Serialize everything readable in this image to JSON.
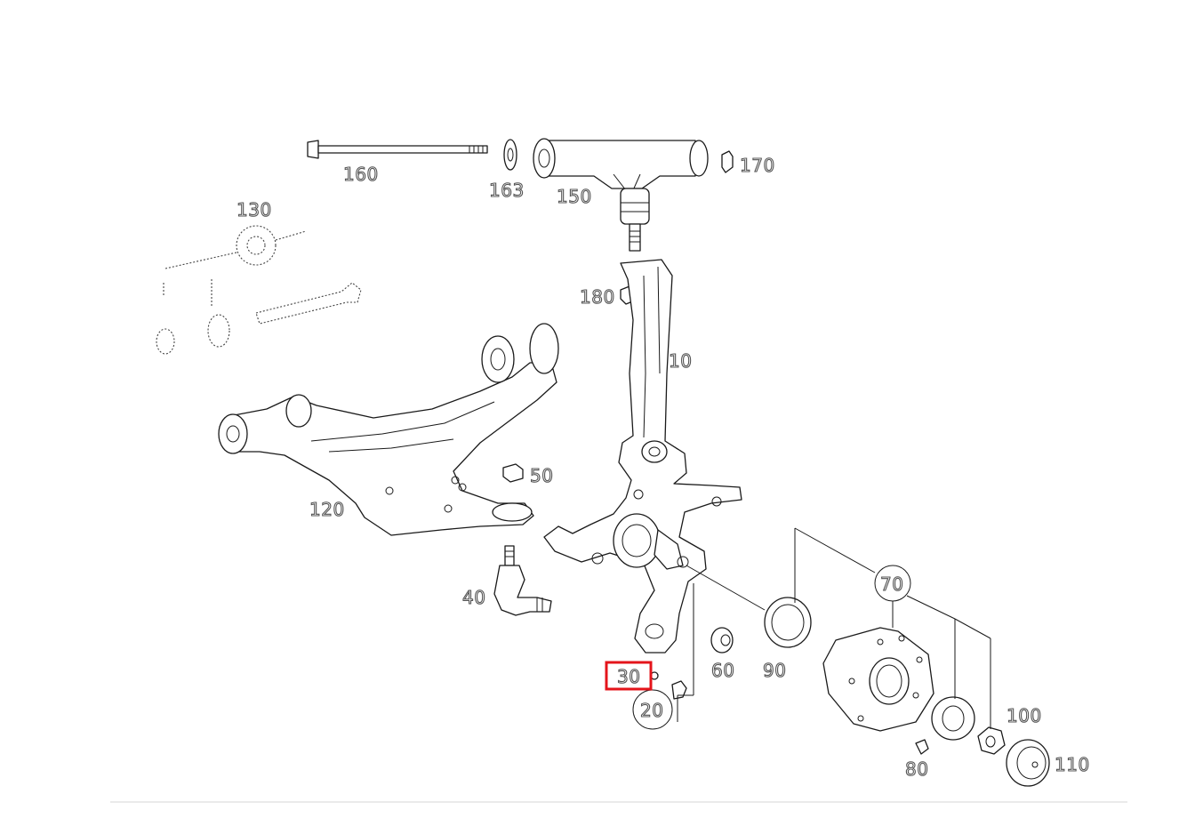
{
  "diagram": {
    "highlight_color": "#e4141b",
    "highlighted_part": "30",
    "callouts": [
      {
        "id": "10",
        "label": "10"
      },
      {
        "id": "20",
        "label": "20"
      },
      {
        "id": "30",
        "label": "30"
      },
      {
        "id": "40",
        "label": "40"
      },
      {
        "id": "50",
        "label": "50"
      },
      {
        "id": "60",
        "label": "60"
      },
      {
        "id": "70",
        "label": "70"
      },
      {
        "id": "80",
        "label": "80"
      },
      {
        "id": "90",
        "label": "90"
      },
      {
        "id": "100",
        "label": "100"
      },
      {
        "id": "110",
        "label": "110"
      },
      {
        "id": "120",
        "label": "120"
      },
      {
        "id": "130",
        "label": "130"
      },
      {
        "id": "150",
        "label": "150"
      },
      {
        "id": "160",
        "label": "160"
      },
      {
        "id": "163",
        "label": "163"
      },
      {
        "id": "170",
        "label": "170"
      },
      {
        "id": "180",
        "label": "180"
      }
    ]
  }
}
